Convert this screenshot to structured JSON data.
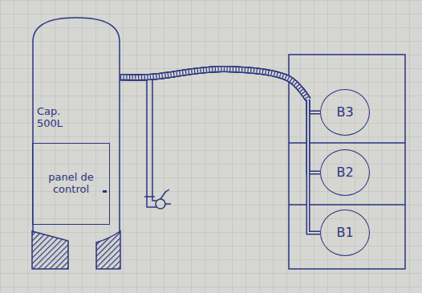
{
  "diagram": {
    "nodes": [
      {
        "text": [
          "Cap. 500L"
        ]
      },
      {
        "text": [
          "panel de control"
        ],
        "in": 0
      },
      {
        "text": [
          "B3"
        ]
      },
      {
        "text": [
          "B2"
        ]
      },
      {
        "text": [
          "B1"
        ]
      }
    ],
    "edges": [
      {
        "from": 0,
        "to": 2,
        "arrow": "none"
      },
      {
        "from": 0,
        "to": 3,
        "arrow": "none"
      },
      {
        "from": 0,
        "to": 4,
        "arrow": "none"
      }
    ]
  }
}
